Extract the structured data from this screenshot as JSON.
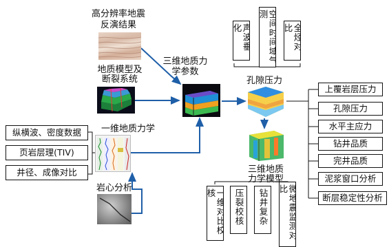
{
  "top_left": {
    "hires_title_line1": "高分辨率地震",
    "hires_title_line2": "反演结果",
    "geo_model_line1": "地质模型及",
    "geo_model_line2": "断裂系统"
  },
  "center": {
    "param_line1": "三维地质力",
    "param_line2": "学参数",
    "pore_pressure": "孔隙压力",
    "model3d_line1": "三维地质",
    "model3d_line2": "力学模型"
  },
  "one_d": {
    "title": "一维地质力学",
    "core_title": "岩心分析"
  },
  "left_boxes": [
    "纵横波、密度数据",
    "页岩层理(TIV)",
    "井径、成像对比"
  ],
  "top_vertical_boxes": [
    "声波垂化",
    "空间时间域气测",
    "全烃对比"
  ],
  "right_boxes": [
    "上覆岩层压力",
    "孔隙压力",
    "水平主应力",
    "钻井品质",
    "完井品质",
    "泥浆窗口分析",
    "断层稳定性分析"
  ],
  "bottom_vertical_boxes": [
    "一维对比校核",
    "压裂校核",
    "钻井复杂",
    "微地震监测对比"
  ],
  "colors": {
    "arrow": "#1f5fa8",
    "line": "#111111"
  }
}
